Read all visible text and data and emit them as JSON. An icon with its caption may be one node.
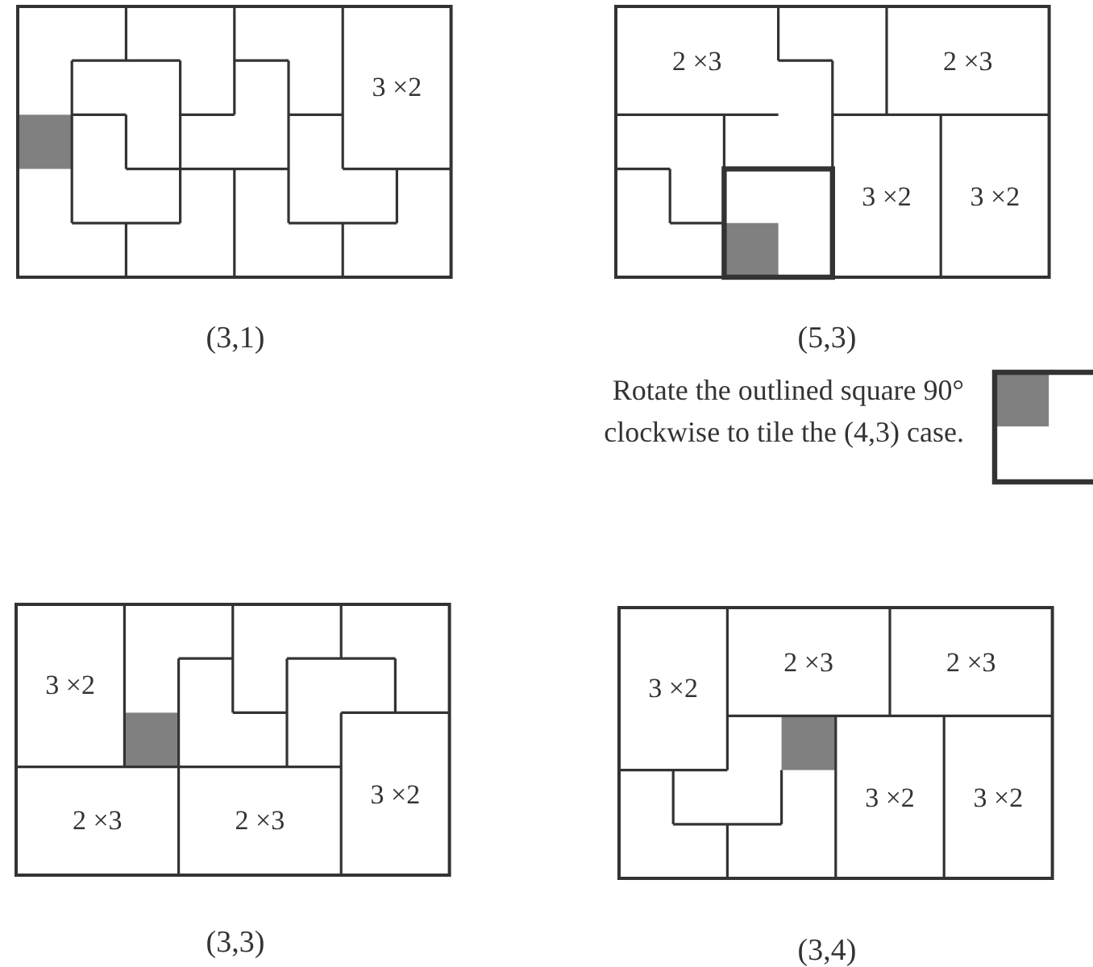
{
  "diagram": {
    "labels": [
      "3 ×2",
      "2 ×3",
      "2 ×3",
      "3 ×2",
      "3 ×2",
      "(3,1)",
      "(5,3)",
      "Rotate the outlined square 90° clockwise to tile the (4,3) case.",
      "3 ×2",
      "2 ×3",
      "2 ×3",
      "3 ×2",
      "3 ×2",
      "2 ×3",
      "2 ×3",
      "3 ×2",
      "3 ×2",
      "(3,3)",
      "(3,4)"
    ]
  }
}
